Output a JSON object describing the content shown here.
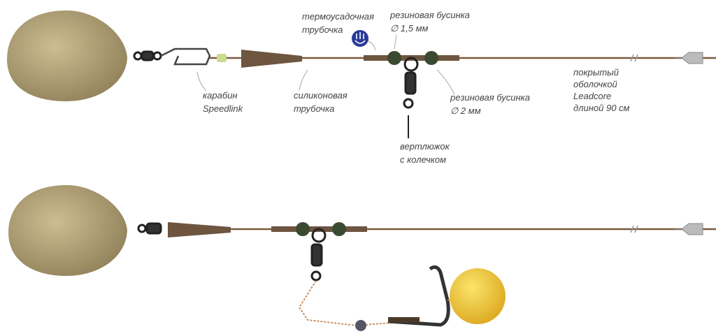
{
  "labels": {
    "snap": [
      "карабин",
      "Speedlink"
    ],
    "silicone_tube": [
      "силиконовая",
      "трубочка"
    ],
    "shrink_tube": [
      "термоусадочная",
      "трубочка"
    ],
    "bead_small": [
      "резиновая бусинка",
      "∅ 1,5 мм"
    ],
    "bead_large": [
      "резиновая бусинка",
      "∅ 2 мм"
    ],
    "swivel": [
      "вертлюжок",
      "с колечком"
    ],
    "leadcore": [
      "покрытый",
      "оболочкой",
      "Leadcore",
      "длиной 90 см"
    ]
  },
  "colors": {
    "line": "#7a5a3c",
    "tube": "#6e5540",
    "bead": "#3a4a30",
    "weight": "#b8a57a",
    "bait": "#f0c838",
    "icon": "#2a3a9a"
  }
}
